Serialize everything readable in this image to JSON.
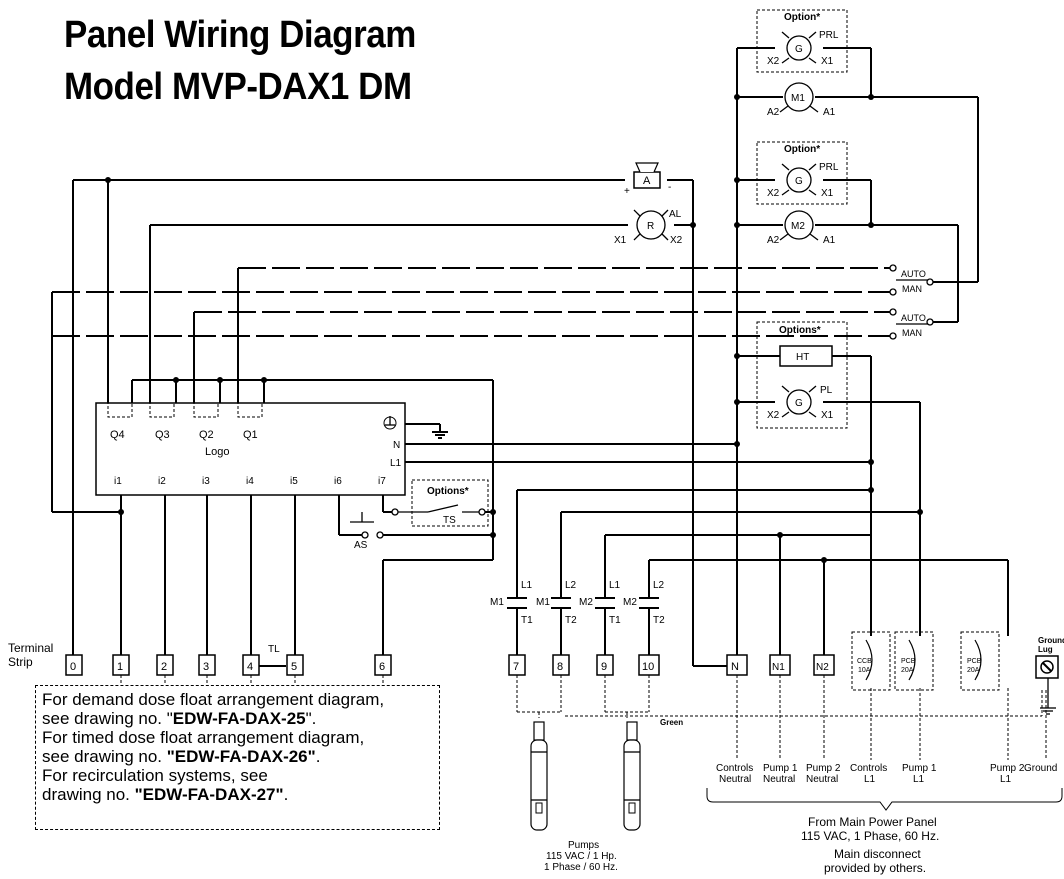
{
  "title": {
    "line1": "Panel Wiring Diagram",
    "line2": "Model MVP-DAX1 DM"
  },
  "logo": {
    "name": "Logo",
    "outputs": [
      "Q4",
      "Q3",
      "Q2",
      "Q1"
    ],
    "inputs": [
      "i1",
      "i2",
      "i3",
      "i4",
      "i5",
      "i6",
      "i7"
    ],
    "power": [
      "N",
      "L1"
    ]
  },
  "alarm": {
    "label": "A",
    "plus": "+",
    "minus": "-"
  },
  "relay": {
    "label": "R",
    "tag": "AL",
    "x1": "X1",
    "x2": "X2"
  },
  "motors": [
    {
      "option": "Option*",
      "g": "G",
      "prl": "PRL",
      "x2": "X2",
      "x1": "X1",
      "m": "M1",
      "a2": "A2",
      "a1": "A1"
    },
    {
      "option": "Option*",
      "g": "G",
      "prl": "PRL",
      "x2": "X2",
      "x1": "X1",
      "m": "M2",
      "a2": "A2",
      "a1": "A1"
    }
  ],
  "switches": [
    {
      "auto": "AUTO",
      "man": "MAN"
    },
    {
      "auto": "AUTO",
      "man": "MAN"
    }
  ],
  "options_box": {
    "title": "Options*",
    "ht": "HT",
    "g": "G",
    "pl": "PL",
    "x2": "X2",
    "x1": "X1"
  },
  "ts_box": {
    "title": "Options*",
    "ts": "TS"
  },
  "as_label": "AS",
  "tl_label": "TL",
  "contactors": [
    {
      "m": "M1",
      "l": "L1",
      "t": "T1"
    },
    {
      "m": "M1",
      "l": "L2",
      "t": "T2"
    },
    {
      "m": "M2",
      "l": "L1",
      "t": "T1"
    },
    {
      "m": "M2",
      "l": "L2",
      "t": "T2"
    }
  ],
  "terminal_strip": {
    "label_line1": "Terminal",
    "label_line2": "Strip",
    "terminals": [
      "0",
      "1",
      "2",
      "3",
      "4",
      "5",
      "6",
      "7",
      "8",
      "9",
      "10",
      "N",
      "N1",
      "N2"
    ]
  },
  "breakers": [
    {
      "type": "CCB",
      "rating": "10A"
    },
    {
      "type": "PCB",
      "rating": "20A"
    },
    {
      "type": "PCB",
      "rating": "20A"
    }
  ],
  "ground_lug": {
    "line1": "Ground",
    "line2": "Lug"
  },
  "green_label": "Green",
  "feed_labels": [
    {
      "line1": "Controls",
      "line2": "Neutral"
    },
    {
      "line1": "Pump 1",
      "line2": "Neutral"
    },
    {
      "line1": "Pump 2",
      "line2": "Neutral"
    },
    {
      "line1": "Controls",
      "line2": "L1"
    },
    {
      "line1": "Pump 1",
      "line2": "L1"
    },
    {
      "line1": "Pump 2",
      "line2": "L1"
    },
    {
      "line1": "Ground",
      "line2": ""
    }
  ],
  "pumps_caption": {
    "line1": "Pumps",
    "line2": "115 VAC / 1 Hp.",
    "line3": "1 Phase / 60 Hz."
  },
  "main_panel": {
    "line1": "From Main Power Panel",
    "line2": "115 VAC, 1 Phase, 60 Hz.",
    "line3": "Main disconnect",
    "line4": "provided by others."
  },
  "notes": {
    "l1": "For demand dose float arrangement diagram,",
    "l2a": "see drawing no. \"",
    "l2b": "EDW-FA-DAX-25",
    "l2c": "\".",
    "l3": "For timed dose float arrangement diagram,",
    "l4a": "see drawing no. ",
    "l4b": "\"EDW-FA-DAX-26\"",
    "l4c": ".",
    "l5": "For recirculation systems, see",
    "l6a": "drawing no. ",
    "l6b": "\"EDW-FA-DAX-27\"",
    "l6c": "."
  }
}
